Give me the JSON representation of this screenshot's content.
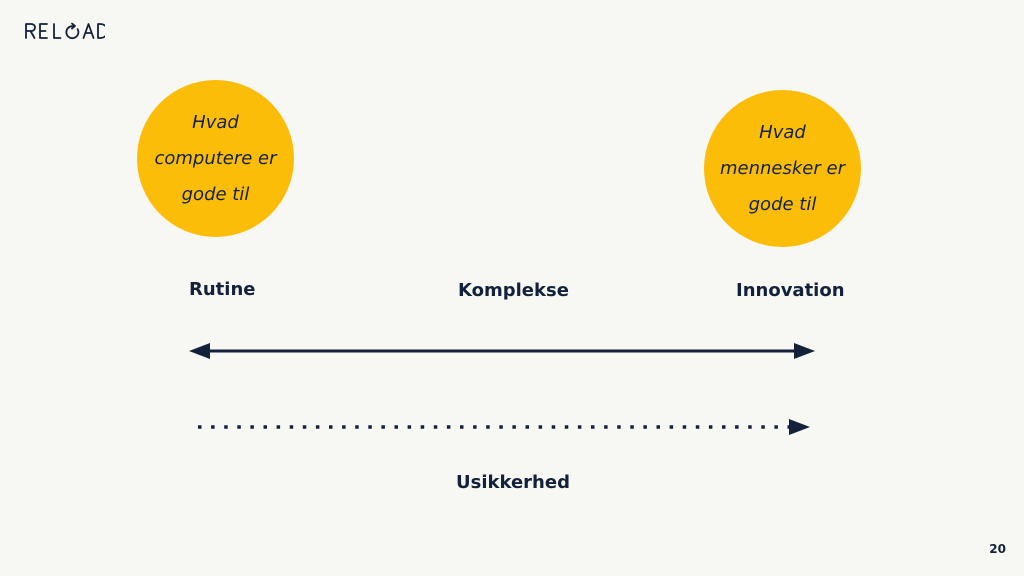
{
  "logo": {
    "text": "RELOAD",
    "icon": "reload-o-arrow-icon"
  },
  "circles": {
    "left_text": "Hvad computere er gode til",
    "right_text": "Hvad mennesker er gode til"
  },
  "labels": {
    "rutine": "Rutine",
    "komplekse": "Komplekse",
    "innovation": "Innovation",
    "usikkerhed": "Usikkerhed"
  },
  "page_number": "20",
  "colors": {
    "background": "#f7f7f4",
    "circle_fill": "#fbbd08",
    "ink": "#13223a"
  }
}
